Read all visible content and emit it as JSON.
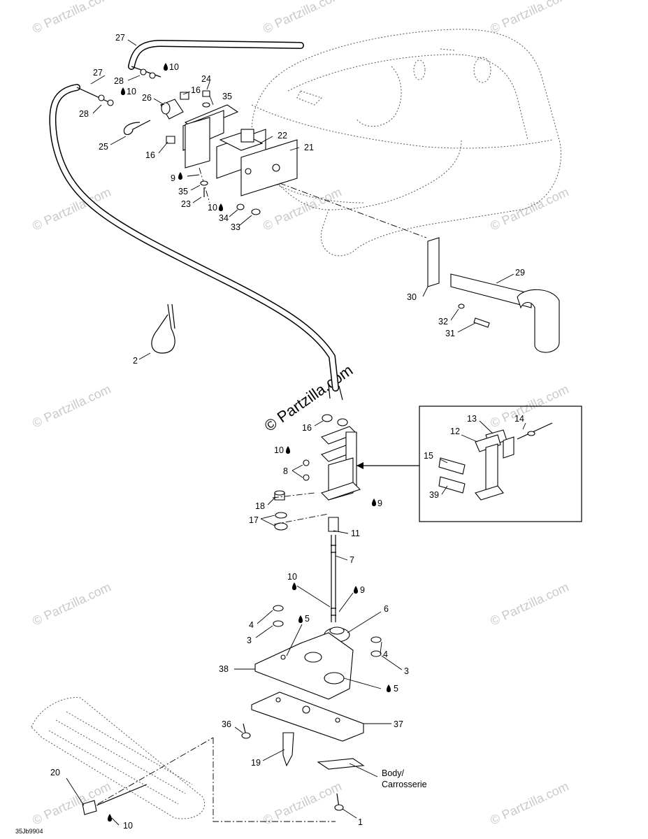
{
  "watermark": {
    "text": "© Partzilla.com",
    "center_text": "© Partzilla.com"
  },
  "diagram_code": "35Jb9904",
  "body_label": {
    "line1": "Body/",
    "line2": "Carrosserie"
  },
  "callouts": {
    "c27a": "27",
    "c27b": "27",
    "c10a": "10",
    "c10b": "10",
    "c10c": "10",
    "c10d": "10",
    "c10e": "10",
    "c10f": "10",
    "c28a": "28",
    "c28b": "28",
    "c24": "24",
    "c35a": "35",
    "c35b": "35",
    "c26": "26",
    "c16a": "16",
    "c16b": "16",
    "c16c": "16",
    "c22": "22",
    "c21": "21",
    "c25": "25",
    "c9a": "9",
    "c9b": "9",
    "c9c": "9",
    "c23": "23",
    "c34": "34",
    "c33": "33",
    "c29": "29",
    "c30": "30",
    "c32": "32",
    "c31": "31",
    "c2": "2",
    "c8": "8",
    "c18": "18",
    "c17": "17",
    "c11": "11",
    "c7": "7",
    "c13": "13",
    "c14": "14",
    "c12": "12",
    "c15": "15",
    "c39": "39",
    "c6": "6",
    "c4a": "4",
    "c4b": "4",
    "c3a": "3",
    "c3b": "3",
    "c5a": "5",
    "c5b": "5",
    "c38": "38",
    "c37": "37",
    "c36": "36",
    "c19": "19",
    "c20": "20",
    "c1": "1"
  }
}
